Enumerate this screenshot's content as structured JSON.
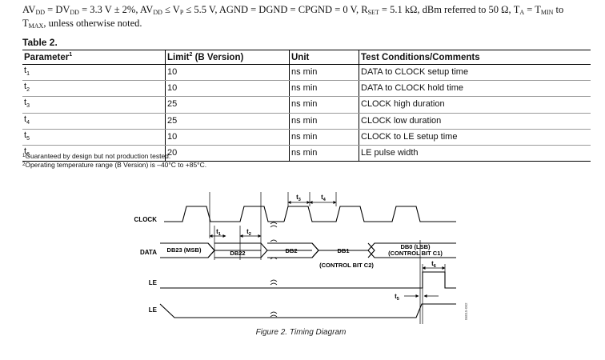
{
  "intro": {
    "line1": "AV<sub>DD</sub> = DV<sub>DD</sub> = 3.3 V ± 2%, AV<sub>DD</sub> ≤ V<sub>P</sub> ≤ 5.5 V, AGND = DGND = CPGND = 0 V, R<sub>SET</sub> = 5.1 kΩ, dBm referred to 50 Ω, T<sub>A</sub> = T<sub>MIN</sub> to",
    "line2": "T<sub>MAX</sub>, unless otherwise noted."
  },
  "table": {
    "caption": "Table 2.",
    "headers": [
      "Parameter",
      "Limit",
      "Unit",
      "Test Conditions/Comments"
    ],
    "header_marks": [
      "1",
      "2",
      "",
      ""
    ],
    "limit_suffix": " (B Version)",
    "rows": [
      {
        "param": "t",
        "sub": "1",
        "limit": "10",
        "unit": "ns min",
        "comment": "DATA to CLOCK setup time"
      },
      {
        "param": "t",
        "sub": "2",
        "limit": "10",
        "unit": "ns min",
        "comment": "DATA to CLOCK hold time"
      },
      {
        "param": "t",
        "sub": "3",
        "limit": "25",
        "unit": "ns min",
        "comment": "CLOCK high duration"
      },
      {
        "param": "t",
        "sub": "4",
        "limit": "25",
        "unit": "ns min",
        "comment": "CLOCK low duration"
      },
      {
        "param": "t",
        "sub": "5",
        "limit": "10",
        "unit": "ns min",
        "comment": "CLOCK to LE setup time"
      },
      {
        "param": "t",
        "sub": "6",
        "limit": "20",
        "unit": "ns min",
        "comment": "LE pulse width"
      }
    ]
  },
  "notes": [
    {
      "mark": "1",
      "text": "Guaranteed by design but not production tested."
    },
    {
      "mark": "2",
      "text": "Operating temperature range (B Version) is –40°C to +85°C."
    }
  ],
  "diagram": {
    "signals": [
      "CLOCK",
      "DATA",
      "LE",
      "LE"
    ],
    "bus": [
      "DB23 (MSB)",
      "DB22",
      "DB2",
      "DB1",
      "DB0 (LSB)",
      "(CONTROL BIT C1)",
      "(CONTROL BIT C2)"
    ],
    "timing_labels": [
      "t1",
      "t2",
      "t3",
      "t4",
      "t5",
      "t6"
    ],
    "caption": "Figure 2. Timing Diagram",
    "code": "06015-002"
  }
}
